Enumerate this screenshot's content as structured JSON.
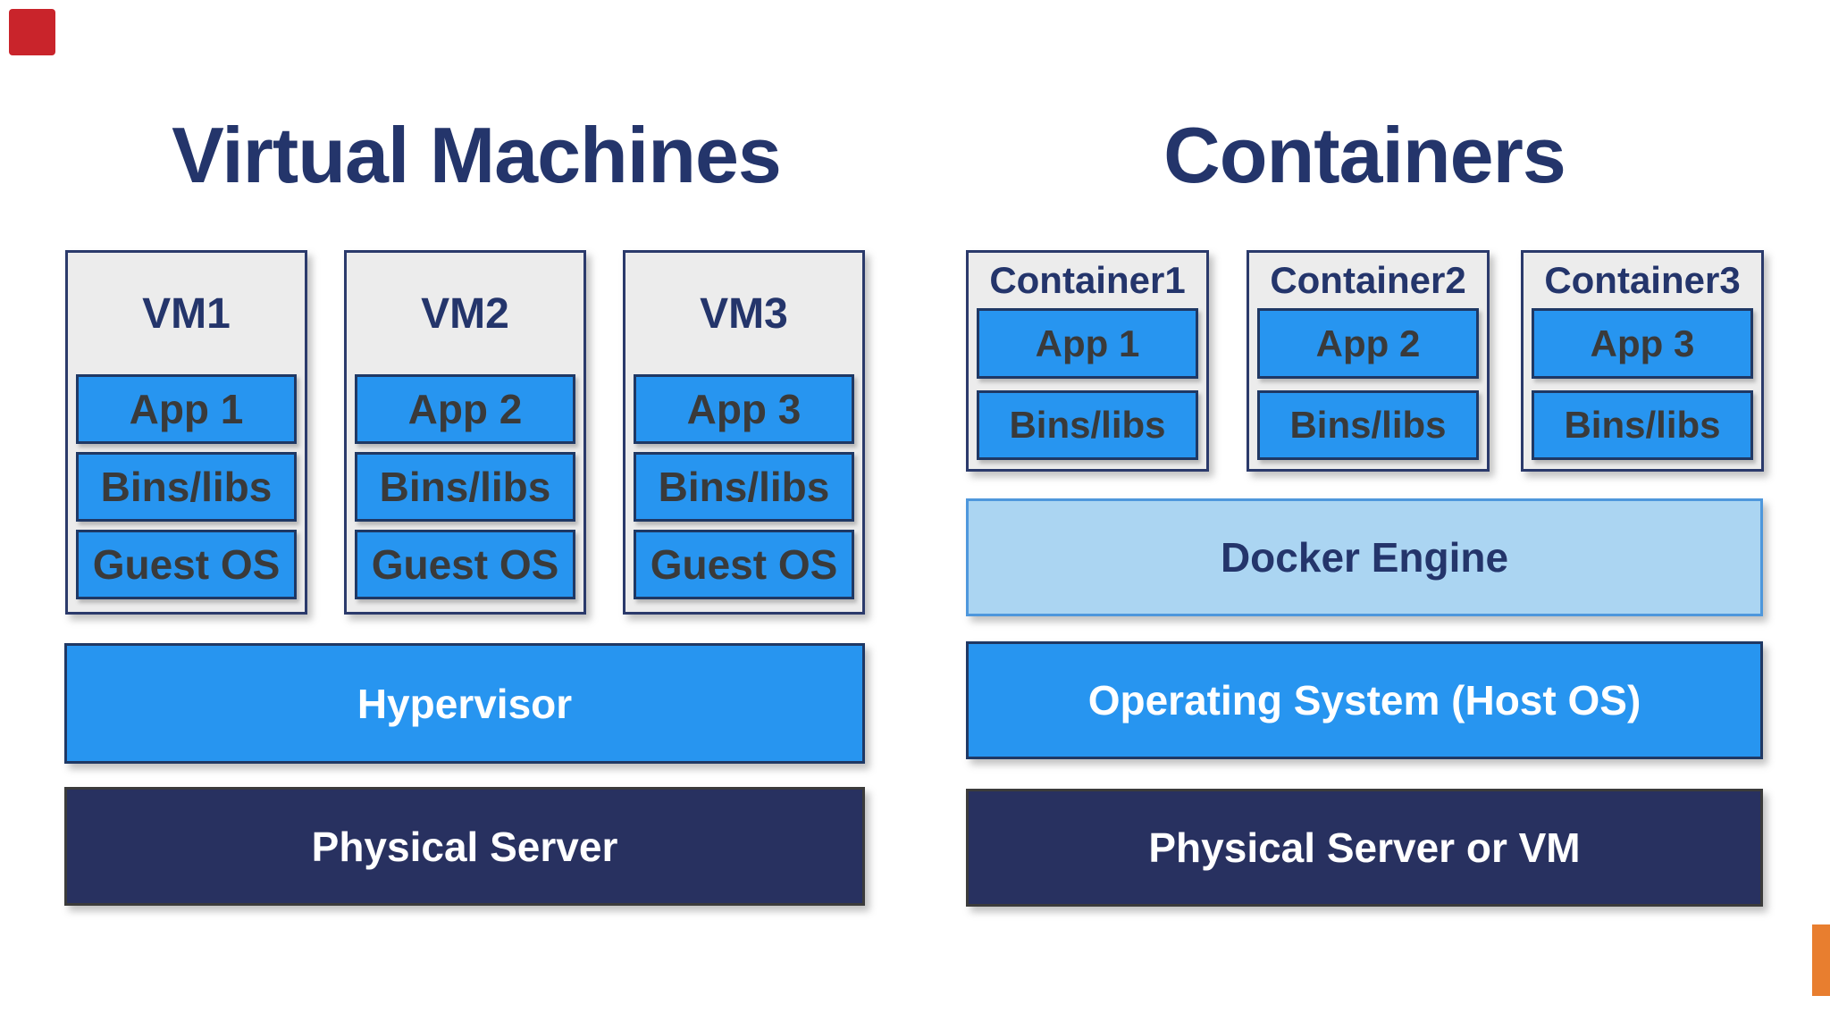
{
  "left": {
    "title": "Virtual Machines",
    "vms": [
      {
        "name": "VM1",
        "layers": [
          "App 1",
          "Bins/libs",
          "Guest OS"
        ]
      },
      {
        "name": "VM2",
        "layers": [
          "App 2",
          "Bins/libs",
          "Guest OS"
        ]
      },
      {
        "name": "VM3",
        "layers": [
          "App 3",
          "Bins/libs",
          "Guest OS"
        ]
      }
    ],
    "bars": [
      {
        "label": "Hypervisor"
      },
      {
        "label": "Physical Server"
      }
    ]
  },
  "right": {
    "title": "Containers",
    "containers": [
      {
        "name": "Container1",
        "layers": [
          "App 1",
          "Bins/libs"
        ]
      },
      {
        "name": "Container2",
        "layers": [
          "App 2",
          "Bins/libs"
        ]
      },
      {
        "name": "Container3",
        "layers": [
          "App 3",
          "Bins/libs"
        ]
      }
    ],
    "bars": [
      {
        "label": "Docker Engine"
      },
      {
        "label": "Operating System (Host OS)"
      },
      {
        "label": "Physical Server or VM"
      }
    ]
  },
  "colors": {
    "white": "#FFFFFF",
    "title-navy": "#24356B",
    "box-gray": "#ECECEC",
    "box-border": "#2B3A6B",
    "blue": "#2795F0",
    "blue-border": "#1F3864",
    "light-blue": "#ABD5F2",
    "light-blue-border": "#4E97DC",
    "dark-navy": "#283160",
    "dark-border": "#3B3B3B",
    "layer-text": "#3A3A3A",
    "red": "#C9242B",
    "orange": "#E87E2F"
  }
}
